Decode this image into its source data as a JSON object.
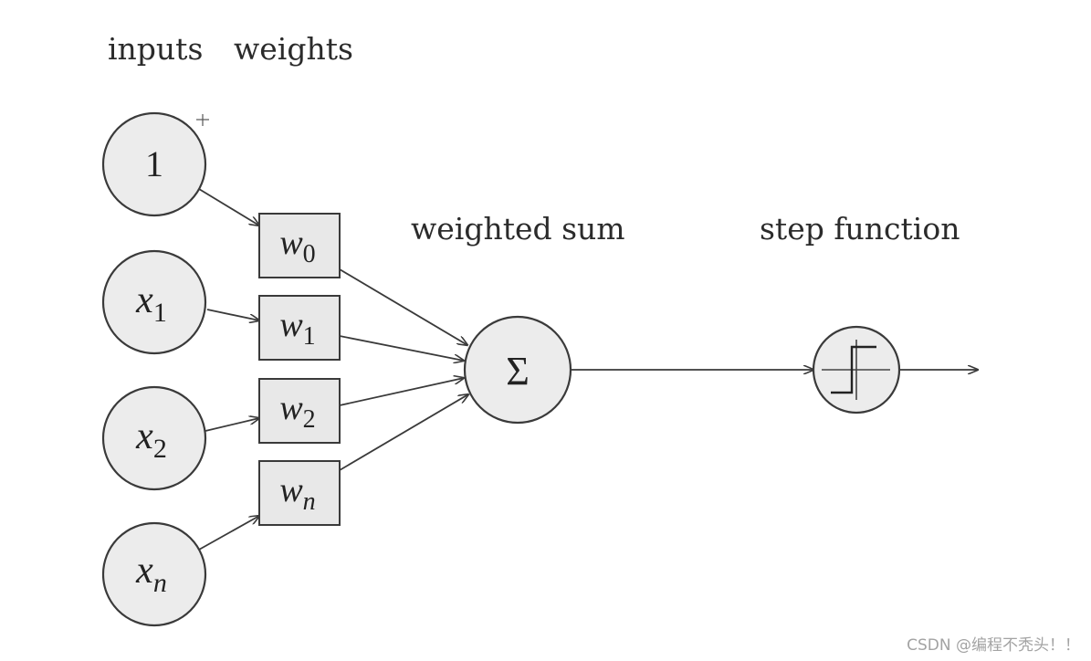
{
  "headers": {
    "inputs": "inputs",
    "weights": "weights",
    "weighted_sum": "weighted sum",
    "step_function": "step function"
  },
  "inputs": [
    {
      "base": "1",
      "sub": ""
    },
    {
      "base": "x",
      "sub": "1"
    },
    {
      "base": "x",
      "sub": "2"
    },
    {
      "base": "x",
      "sub": "n"
    }
  ],
  "weights": [
    {
      "base": "w",
      "sub": "0"
    },
    {
      "base": "w",
      "sub": "1"
    },
    {
      "base": "w",
      "sub": "2"
    },
    {
      "base": "w",
      "sub": "n"
    }
  ],
  "sum_symbol": "Σ",
  "watermark": "CSDN @编程不秃头！！"
}
